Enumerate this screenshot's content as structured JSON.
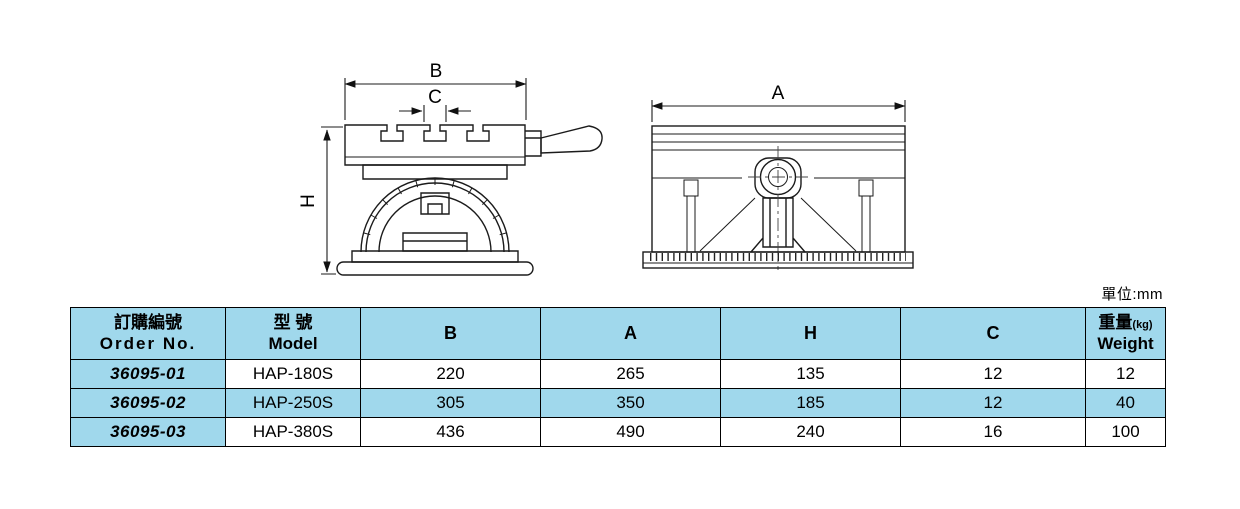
{
  "page": {
    "background": "#ffffff",
    "accent_cyan": "#a0d8ec"
  },
  "unit_label": "單位:mm",
  "drawings": {
    "front_view": {
      "dim_b": "B",
      "dim_c": "C",
      "dim_h": "H"
    },
    "side_view": {
      "dim_a": "A"
    }
  },
  "table": {
    "headers": {
      "order_no": {
        "zh": "訂購編號",
        "en": "Order No."
      },
      "model": {
        "zh": "型 號",
        "en": "Model"
      },
      "b": "B",
      "a": "A",
      "h": "H",
      "c": "C",
      "weight": {
        "zh": "重量",
        "unit": "(kg)",
        "en": "Weight"
      }
    },
    "rows": [
      {
        "order_no": "36095-01",
        "model": "HAP-180S",
        "b": "220",
        "a": "265",
        "h": "135",
        "c": "12",
        "weight": "12"
      },
      {
        "order_no": "36095-02",
        "model": "HAP-250S",
        "b": "305",
        "a": "350",
        "h": "185",
        "c": "12",
        "weight": "40"
      },
      {
        "order_no": "36095-03",
        "model": "HAP-380S",
        "b": "436",
        "a": "490",
        "h": "240",
        "c": "16",
        "weight": "100"
      }
    ]
  }
}
